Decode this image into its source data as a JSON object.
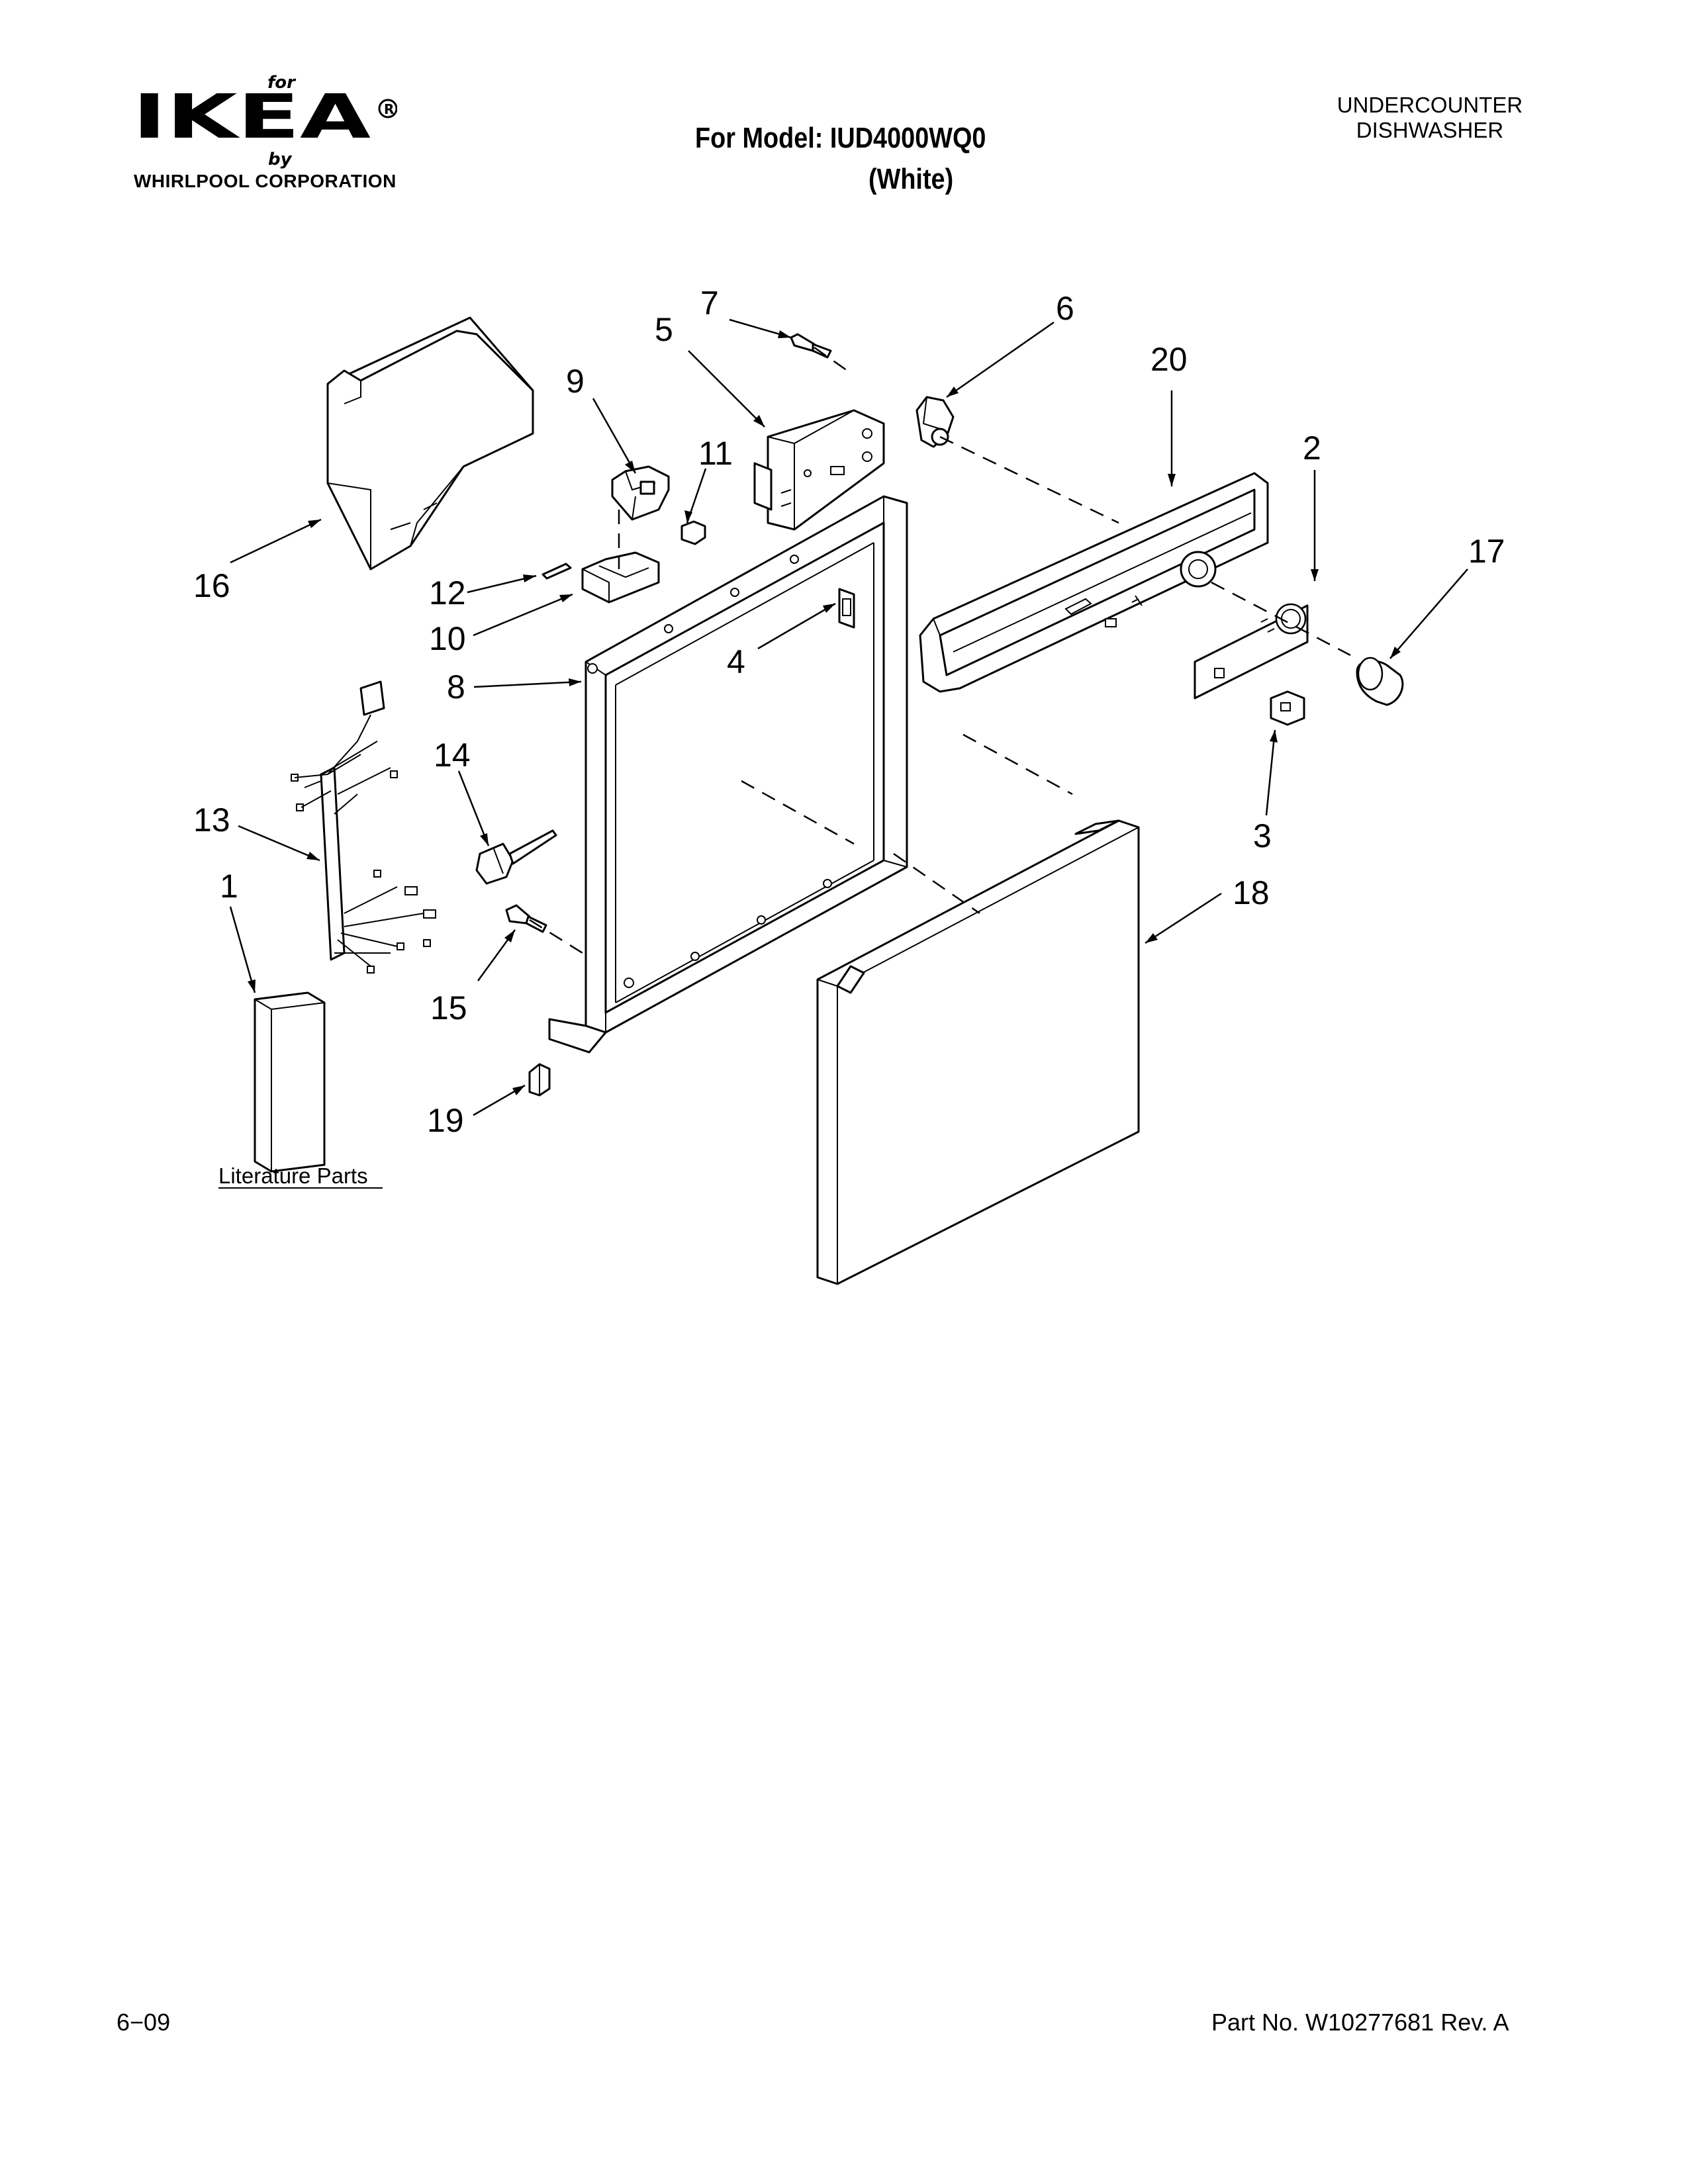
{
  "header": {
    "brand_for": "for",
    "brand_name": "IKEA",
    "brand_by": "by",
    "brand_corp": "WHIRLPOOL  CORPORATION",
    "model_line": "For Model: IUD4000WQ0",
    "model_color": "(White)",
    "product_line1": "UNDERCOUNTER",
    "product_line2": "DISHWASHER"
  },
  "diagram": {
    "callouts": [
      "1",
      "2",
      "3",
      "4",
      "5",
      "6",
      "7",
      "8",
      "9",
      "10",
      "11",
      "12",
      "13",
      "14",
      "15",
      "16",
      "17",
      "18",
      "19",
      "20"
    ],
    "literature_label": "Literature Parts"
  },
  "footer": {
    "date": "6−09",
    "part_number": "Part No. W10277681 Rev. A"
  }
}
